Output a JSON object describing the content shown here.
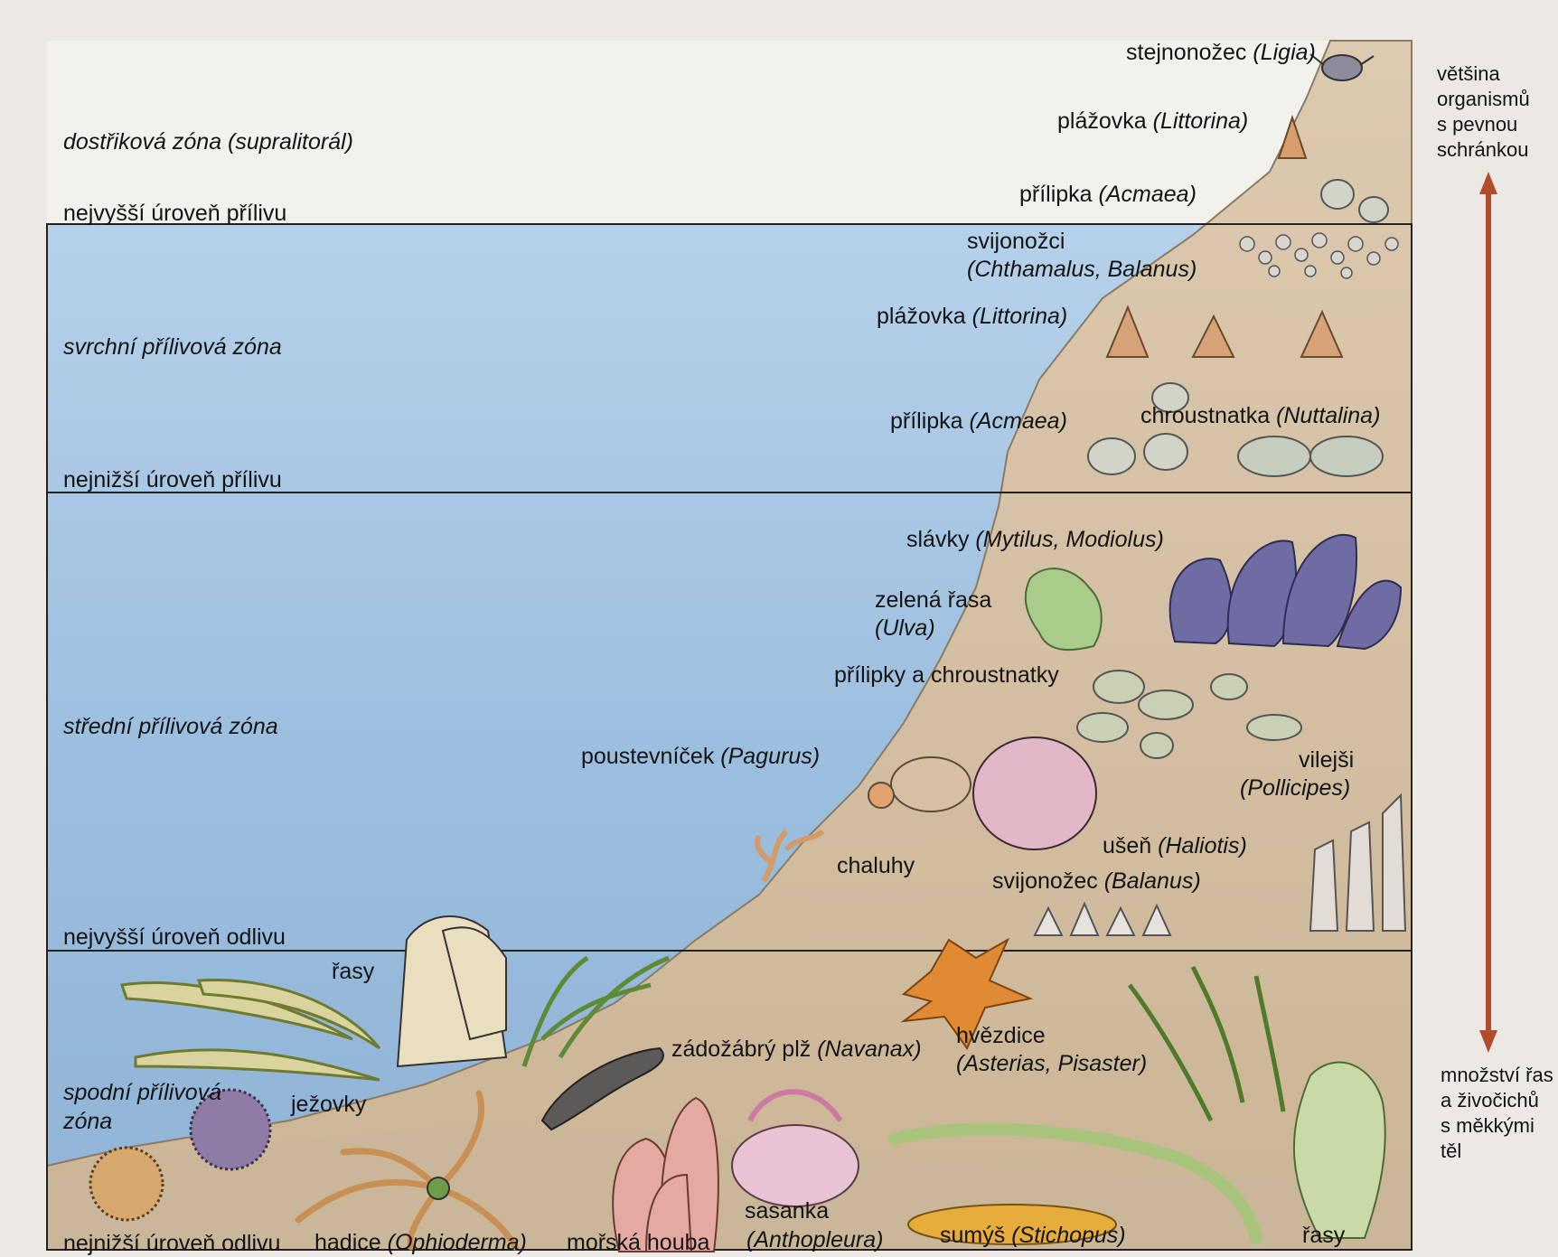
{
  "zones": {
    "supralittoral": "dostřiková zóna (supralitorál)",
    "upper": "svrchní přílivová zóna",
    "middle": "střední přílivová zóna",
    "lower_line1": "spodní přílivová",
    "lower_line2": "zóna"
  },
  "levels": {
    "highest_high": "nejvyšší úroveň přílivu",
    "lowest_high": "nejnižší úroveň přílivu",
    "highest_low": "nejvyšší úroveň odlivu",
    "lowest_low": "nejnižší úroveň odlivu"
  },
  "organisms": {
    "ligia": {
      "name": "stejnonožec",
      "latin": "(Ligia)"
    },
    "littorina_top": {
      "name": "plážovka",
      "latin": "(Littorina)"
    },
    "acmaea_top": {
      "name": "přílipka",
      "latin": "(Acmaea)"
    },
    "barnacles": {
      "name": "svijonožci",
      "latin": "(Chthamalus, Balanus)"
    },
    "littorina_mid": {
      "name": "plážovka",
      "latin": "(Littorina)"
    },
    "acmaea_mid": {
      "name": "přílipka",
      "latin": "(Acmaea)"
    },
    "nuttalina": {
      "name": "chroustnatka",
      "latin": "(Nuttalina)"
    },
    "mussels": {
      "name": "slávky",
      "latin": "(Mytilus, Modiolus)"
    },
    "ulva": {
      "name": "zelená řasa",
      "latin": "(Ulva)"
    },
    "limpets_chitons": {
      "name": "přílipky a chroustnatky"
    },
    "pagurus": {
      "name": "poustevníček",
      "latin": "(Pagurus)"
    },
    "pollicipes": {
      "name": "vilejši",
      "latin": "(Pollicipes)"
    },
    "haliotis": {
      "name": "ušeň",
      "latin": "(Haliotis)"
    },
    "kelp": {
      "name": "chaluhy"
    },
    "balanus": {
      "name": "svijonožec",
      "latin": "(Balanus)"
    },
    "algae_top": {
      "name": "řasy"
    },
    "navanax": {
      "name": "zádožábrý plž",
      "latin": "(Navanax)"
    },
    "asterias": {
      "name": "hvězdice",
      "latin": "(Asterias, Pisaster)"
    },
    "urchins": {
      "name": "ježovky"
    },
    "ophioderma": {
      "name": "hadice",
      "latin": "(Ophioderma)"
    },
    "sponge": {
      "name": "mořská houba"
    },
    "anthopleura": {
      "name": "sasanka",
      "latin": "(Anthopleura)"
    },
    "stichopus": {
      "name": "sumýš",
      "latin": "(Stichopus)"
    },
    "algae_bottom": {
      "name": "řasy"
    }
  },
  "sidebar": {
    "top": [
      "většina",
      "organismů",
      "s pevnou",
      "schránkou"
    ],
    "bottom": [
      "množství řas",
      "a živočichů",
      "s měkkými těl"
    ]
  },
  "colors": {
    "water_upper": "#a9c7e3",
    "water_lower": "#94b6d6",
    "sand": "#d6c2a6",
    "arrow": "#b24c2c"
  }
}
